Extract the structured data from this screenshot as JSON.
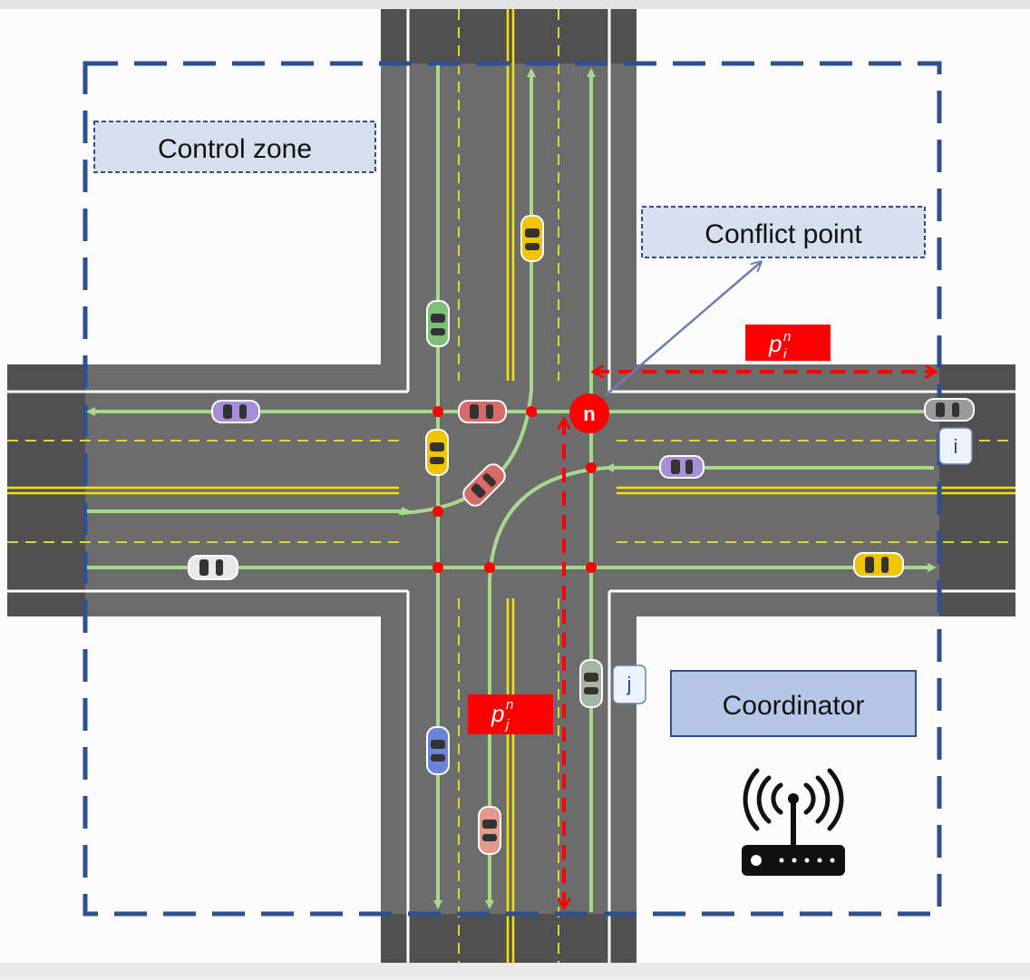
{
  "labels": {
    "control_zone": "Control zone",
    "conflict_point": "Conflict point",
    "coordinator": "Coordinator",
    "node_n": "n",
    "vehicle_i": "i",
    "vehicle_j": "j",
    "p_i_base": "p",
    "p_i_sup": "n",
    "p_i_sub": "i",
    "p_j_base": "p",
    "p_j_sup": "n",
    "p_j_sub": "j"
  },
  "icons": {
    "coordinator": "router-antenna-icon"
  },
  "colors": {
    "road": "#5f5f5f",
    "control_zone_border": "#2f4f8f",
    "path": "#a8d88e",
    "conflict": "#ff0000",
    "label_fill": "#d6dfee",
    "coordinator_fill": "#b4c7e7"
  }
}
